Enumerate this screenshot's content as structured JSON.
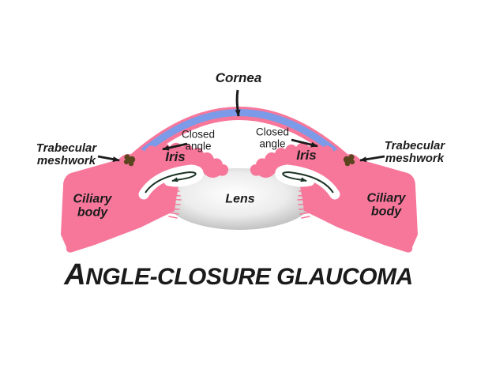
{
  "title": {
    "lead": "A",
    "rest": "NGLE-CLOSURE GLAUCOMA"
  },
  "labels": {
    "cornea": "Cornea",
    "closed_angle": "Closed angle",
    "trabecular_meshwork": "Trabecular meshwork",
    "iris": "Iris",
    "ciliary_body": "Ciliary body",
    "lens": "Lens"
  },
  "colors": {
    "background": "#FFFFFF",
    "tissue_pink": "#F7779B",
    "cornea_blue": "#7B9AE8",
    "meshwork_brown": "#5B451E",
    "lens_gray_center": "#FFFFFF",
    "lens_gray_edge": "#8A8A8A",
    "label_black": "#1B1B1B",
    "flow_arrow_green": "#1C3326"
  }
}
